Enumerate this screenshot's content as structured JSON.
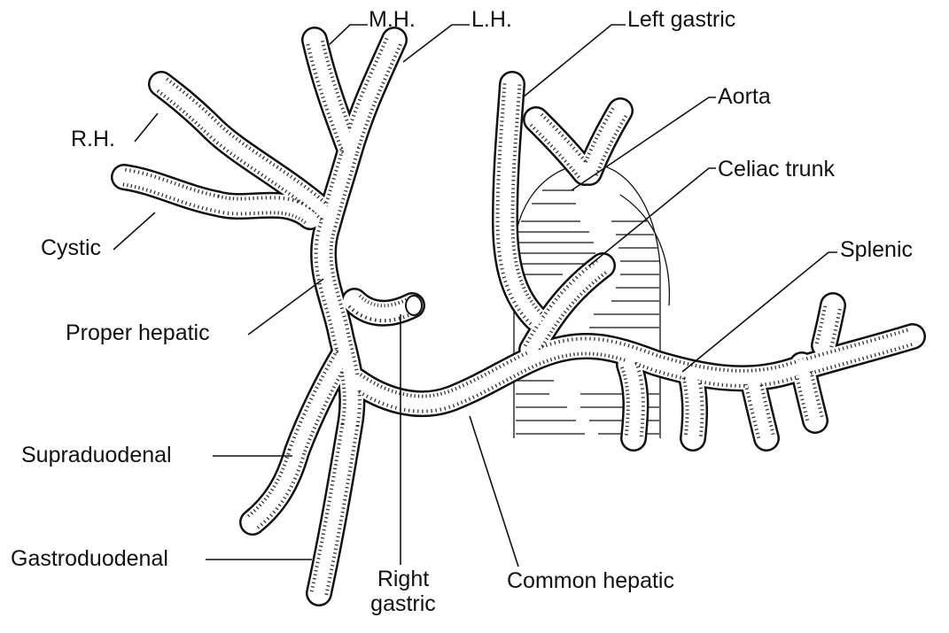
{
  "labels": {
    "mh": "M.H.",
    "lh": "L.H.",
    "left_gastric": "Left gastric",
    "aorta": "Aorta",
    "rh": "R.H.",
    "celiac_trunk": "Celiac trunk",
    "cystic": "Cystic",
    "splenic": "Splenic",
    "proper_hepatic": "Proper hepatic",
    "supraduodenal": "Supraduodenal",
    "gastroduodenal": "Gastroduodenal",
    "right_gastric_line1": "Right",
    "right_gastric_line2": "gastric",
    "common_hepatic": "Common hepatic"
  }
}
